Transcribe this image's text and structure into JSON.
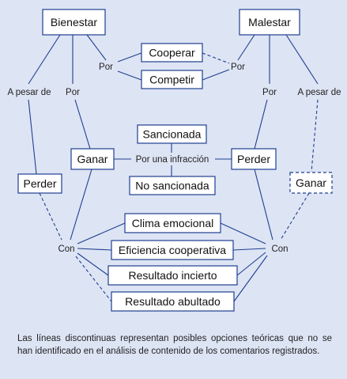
{
  "nodes": {
    "bienestar": "Bienestar",
    "malestar": "Malestar",
    "cooperar": "Cooperar",
    "competir": "Competir",
    "sancionada": "Sancionada",
    "no_sancionada": "No sancionada",
    "ganar_left": "Ganar",
    "perder_right": "Perder",
    "perder_left": "Perder",
    "ganar_right": "Ganar",
    "clima": "Clima emocional",
    "eficiencia": "Eficiencia cooperativa",
    "incierto": "Resultado incierto",
    "abultado": "Resultado abultado"
  },
  "labels": {
    "por_left": "Por",
    "por_right": "Por",
    "a_pesar_left": "A pesar de",
    "a_pesar_right": "A pesar de",
    "por_side_left": "Por",
    "por_side_right": "Por",
    "por_infraccion": "Por una infracción",
    "con_left": "Con",
    "con_right": "Con"
  },
  "caption": "Las líneas discontinuas representan posibles opciones teóricas que no se han identificado en el análisis de contenido de los comentarios registrados."
}
